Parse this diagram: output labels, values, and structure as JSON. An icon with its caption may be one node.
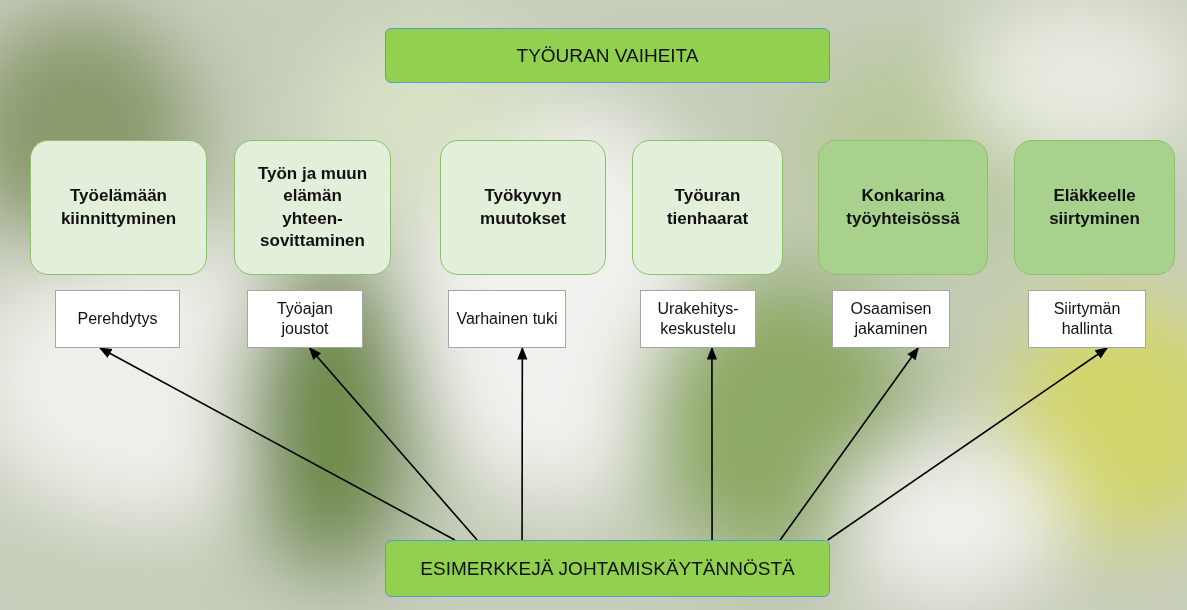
{
  "diagram": {
    "nodes": [
      {
        "text": [
          "TYÖURAN VAIHEITA"
        ]
      },
      {
        "text": [
          "Työelämään kiinnittyminen"
        ]
      },
      {
        "text": [
          "Työn ja muun elämän yhteen-sovittaminen"
        ]
      },
      {
        "text": [
          "Työkyvyn muutokset"
        ]
      },
      {
        "text": [
          "Työuran tienhaarat"
        ]
      },
      {
        "text": [
          "Konkarina työyhteisössä"
        ]
      },
      {
        "text": [
          "Eläkkeelle siirtyminen"
        ]
      },
      {
        "text": [
          "Perehdytys"
        ]
      },
      {
        "text": [
          "Työajan joustot"
        ]
      },
      {
        "text": [
          "Varhainen tuki"
        ]
      },
      {
        "text": [
          "Urakehitys-keskustelu"
        ]
      },
      {
        "text": [
          "Osaamisen jakaminen"
        ]
      },
      {
        "text": [
          "Siirtymän hallinta"
        ]
      },
      {
        "text": [
          "ESIMERKKEJÄ JOHTAMISKÄYTÄNNÖSTÄ"
        ]
      }
    ],
    "edges": [
      {
        "from": 13,
        "to": 7,
        "arrow": "to"
      },
      {
        "from": 13,
        "to": 8,
        "arrow": "to"
      },
      {
        "from": 13,
        "to": 9,
        "arrow": "to"
      },
      {
        "from": 13,
        "to": 10,
        "arrow": "to"
      },
      {
        "from": 13,
        "to": 11,
        "arrow": "to"
      },
      {
        "from": 13,
        "to": 12,
        "arrow": "to"
      }
    ]
  }
}
